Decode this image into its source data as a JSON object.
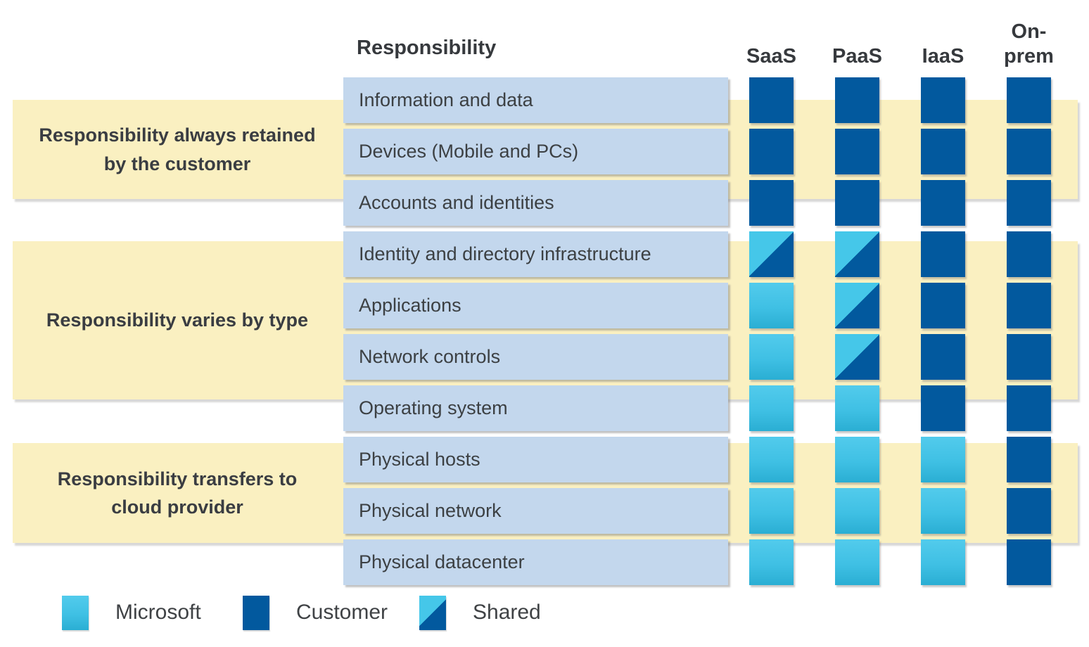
{
  "header": {
    "responsibility_label": "Responsibility",
    "columns": [
      "SaaS",
      "PaaS",
      "IaaS",
      "On-prem"
    ]
  },
  "groups": [
    {
      "label": "Responsibility always retained by the customer",
      "row_count": 3
    },
    {
      "label": "Responsibility varies by type",
      "row_count": 4
    },
    {
      "label": "Responsibility transfers to cloud provider",
      "row_count": 3
    }
  ],
  "rows": [
    {
      "label": "Information and data",
      "cells": [
        "customer",
        "customer",
        "customer",
        "customer"
      ]
    },
    {
      "label": "Devices (Mobile and PCs)",
      "cells": [
        "customer",
        "customer",
        "customer",
        "customer"
      ]
    },
    {
      "label": "Accounts and identities",
      "cells": [
        "customer",
        "customer",
        "customer",
        "customer"
      ]
    },
    {
      "label": "Identity and directory infrastructure",
      "cells": [
        "shared",
        "shared",
        "customer",
        "customer"
      ]
    },
    {
      "label": "Applications",
      "cells": [
        "microsoft",
        "shared",
        "customer",
        "customer"
      ]
    },
    {
      "label": "Network controls",
      "cells": [
        "microsoft",
        "shared",
        "customer",
        "customer"
      ]
    },
    {
      "label": "Operating system",
      "cells": [
        "microsoft",
        "microsoft",
        "customer",
        "customer"
      ]
    },
    {
      "label": "Physical hosts",
      "cells": [
        "microsoft",
        "microsoft",
        "microsoft",
        "customer"
      ]
    },
    {
      "label": "Physical network",
      "cells": [
        "microsoft",
        "microsoft",
        "microsoft",
        "customer"
      ]
    },
    {
      "label": "Physical datacenter",
      "cells": [
        "microsoft",
        "microsoft",
        "microsoft",
        "customer"
      ]
    }
  ],
  "legend": [
    {
      "label": "Microsoft",
      "type": "microsoft"
    },
    {
      "label": "Customer",
      "type": "customer"
    },
    {
      "label": "Shared",
      "type": "shared"
    }
  ],
  "colors": {
    "customer_blue": "#02599e",
    "microsoft_cyan_top": "#52cbec",
    "microsoft_cyan_bottom": "#2aaed3",
    "row_bar_blue": "#c3d7ed",
    "group_band_yellow": "#faf0c1",
    "text_dark": "#3a3d42"
  }
}
